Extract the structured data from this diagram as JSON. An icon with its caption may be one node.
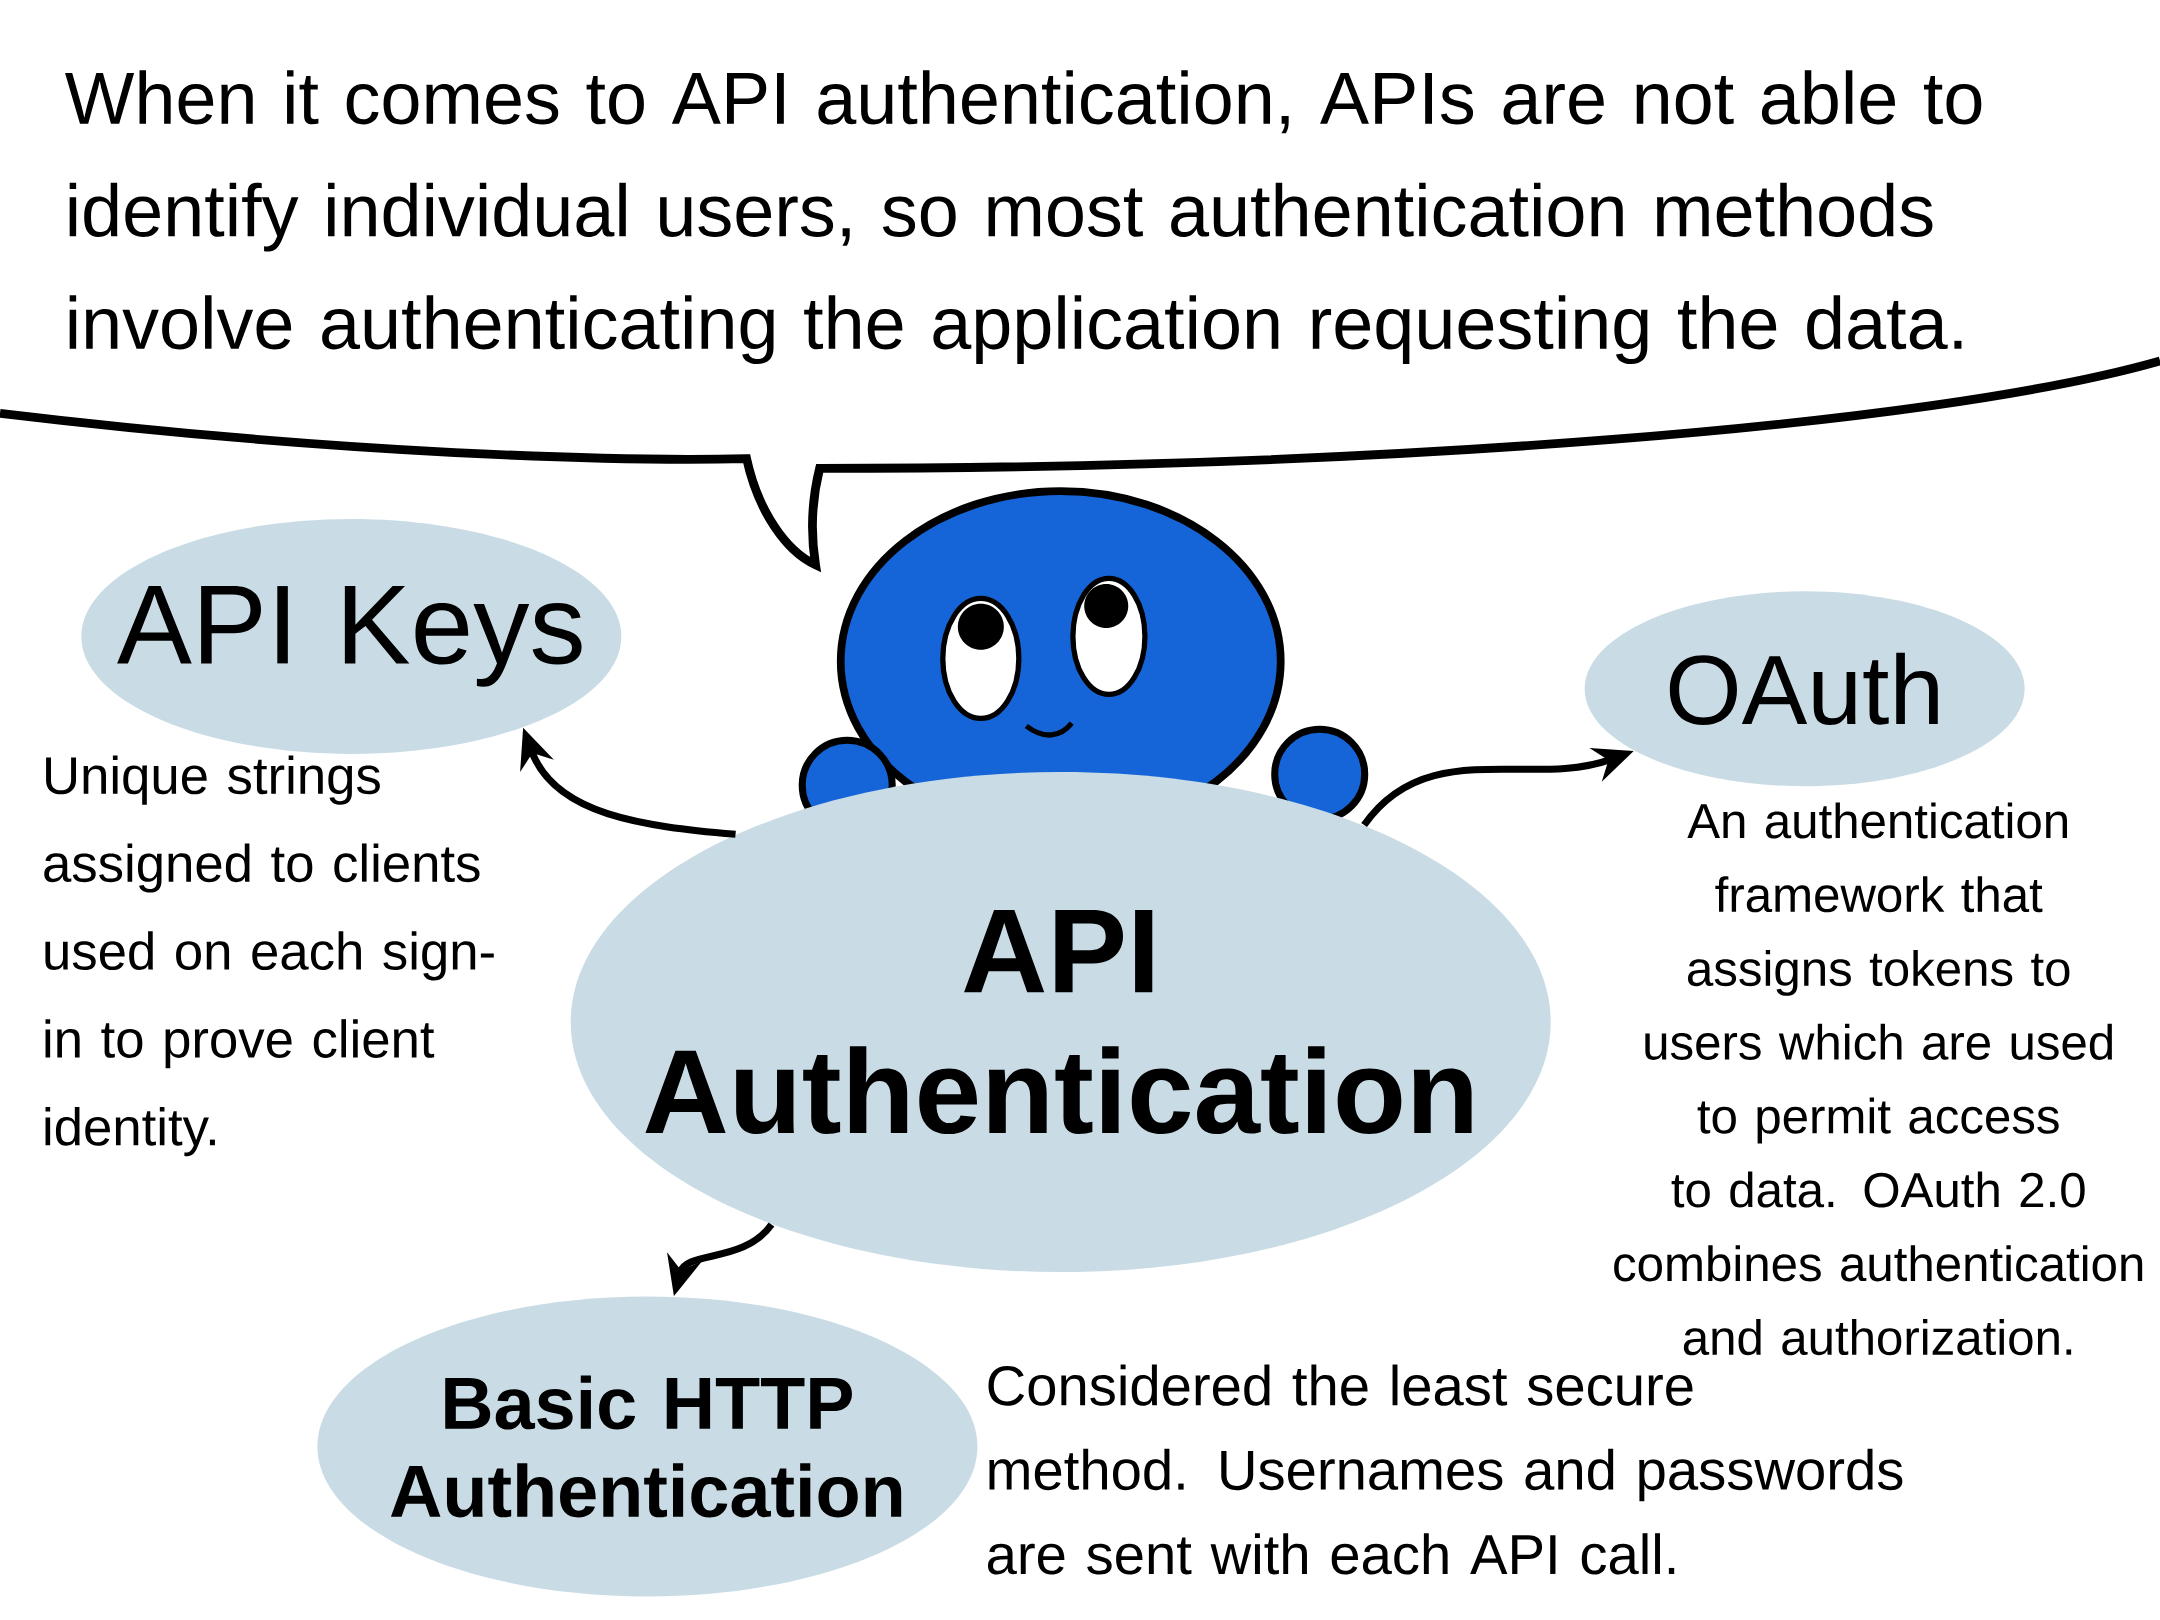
{
  "diagram": {
    "nodes": [
      {
        "text": [
          "When it comes to API authentication, APIs are not able to identify individual users, so most authentication methods involve authenticating the application requesting the data."
        ]
      },
      {
        "text": [
          "API Keys"
        ],
        "beside": [
          "Unique strings assigned to clients used on each sign-in to prove client identity."
        ]
      },
      {
        "text": [
          "API Authentication"
        ]
      },
      {
        "text": [
          "OAuth"
        ],
        "beside": [
          "An authentication framework that assigns tokens to users which are used to permit access to data. OAuth 2.0 combines authentication and authorization."
        ]
      },
      {
        "text": [
          "Basic HTTP Authentication"
        ],
        "beside": [
          "Considered the least secure method. Usernames and passwords are sent with each API call."
        ]
      }
    ],
    "edges": [
      {
        "from": 2,
        "to": 1,
        "arrow": "to"
      },
      {
        "from": 2,
        "to": 3,
        "arrow": "to"
      },
      {
        "from": 2,
        "to": 4,
        "arrow": "to"
      }
    ]
  }
}
